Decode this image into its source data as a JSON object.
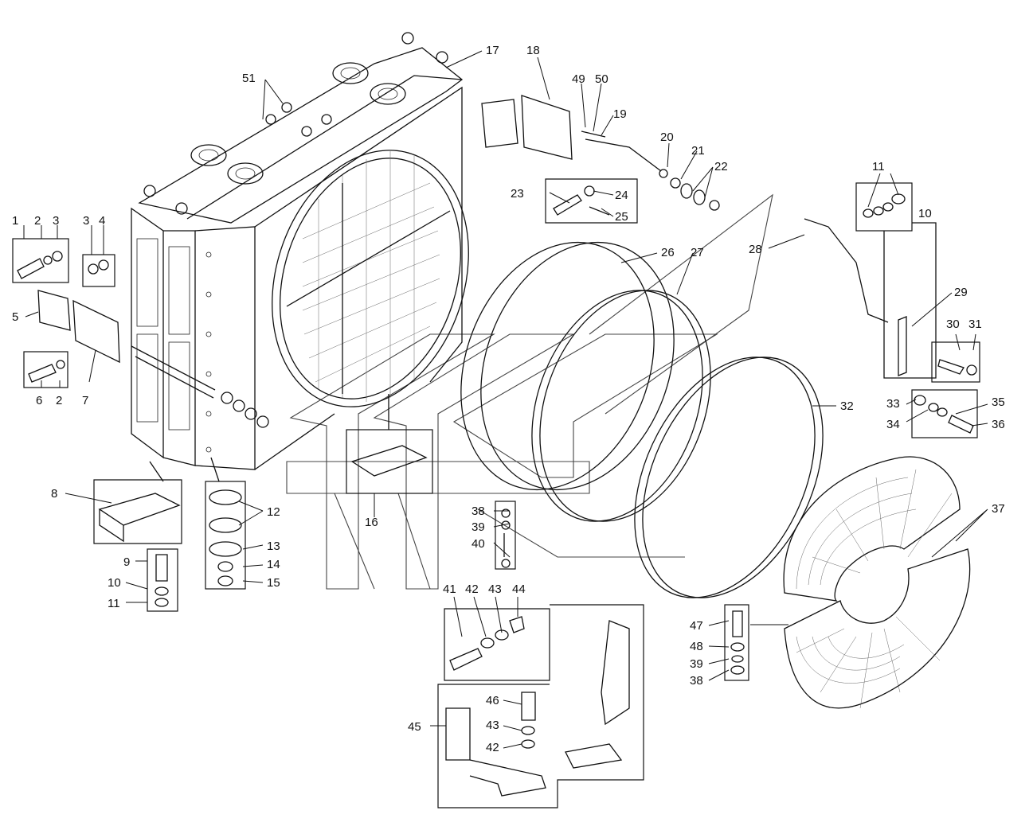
{
  "callouts": [
    {
      "id": "c1",
      "text": "1"
    },
    {
      "id": "c2a",
      "text": "2"
    },
    {
      "id": "c3a",
      "text": "3"
    },
    {
      "id": "c3b",
      "text": "3"
    },
    {
      "id": "c4",
      "text": "4"
    },
    {
      "id": "c5",
      "text": "5"
    },
    {
      "id": "c6",
      "text": "6"
    },
    {
      "id": "c2b",
      "text": "2"
    },
    {
      "id": "c7",
      "text": "7"
    },
    {
      "id": "c8",
      "text": "8"
    },
    {
      "id": "c9",
      "text": "9"
    },
    {
      "id": "c10a",
      "text": "10"
    },
    {
      "id": "c11a",
      "text": "11"
    },
    {
      "id": "c12",
      "text": "12"
    },
    {
      "id": "c13",
      "text": "13"
    },
    {
      "id": "c14",
      "text": "14"
    },
    {
      "id": "c15",
      "text": "15"
    },
    {
      "id": "c16",
      "text": "16"
    },
    {
      "id": "c17",
      "text": "17"
    },
    {
      "id": "c18",
      "text": "18"
    },
    {
      "id": "c19",
      "text": "19"
    },
    {
      "id": "c20",
      "text": "20"
    },
    {
      "id": "c21",
      "text": "21"
    },
    {
      "id": "c22",
      "text": "22"
    },
    {
      "id": "c23",
      "text": "23"
    },
    {
      "id": "c24",
      "text": "24"
    },
    {
      "id": "c25",
      "text": "25"
    },
    {
      "id": "c26",
      "text": "26"
    },
    {
      "id": "c27",
      "text": "27"
    },
    {
      "id": "c28",
      "text": "28"
    },
    {
      "id": "c29",
      "text": "29"
    },
    {
      "id": "c30",
      "text": "30"
    },
    {
      "id": "c31",
      "text": "31"
    },
    {
      "id": "c32",
      "text": "32"
    },
    {
      "id": "c33",
      "text": "33"
    },
    {
      "id": "c34",
      "text": "34"
    },
    {
      "id": "c35",
      "text": "35"
    },
    {
      "id": "c36",
      "text": "36"
    },
    {
      "id": "c37",
      "text": "37"
    },
    {
      "id": "c38a",
      "text": "38"
    },
    {
      "id": "c39a",
      "text": "39"
    },
    {
      "id": "c40",
      "text": "40"
    },
    {
      "id": "c41",
      "text": "41"
    },
    {
      "id": "c42a",
      "text": "42"
    },
    {
      "id": "c43a",
      "text": "43"
    },
    {
      "id": "c44",
      "text": "44"
    },
    {
      "id": "c45",
      "text": "45"
    },
    {
      "id": "c46",
      "text": "46"
    },
    {
      "id": "c43b",
      "text": "43"
    },
    {
      "id": "c42b",
      "text": "42"
    },
    {
      "id": "c47",
      "text": "47"
    },
    {
      "id": "c48",
      "text": "48"
    },
    {
      "id": "c39b",
      "text": "39"
    },
    {
      "id": "c38b",
      "text": "38"
    },
    {
      "id": "c11b",
      "text": "11"
    },
    {
      "id": "c10b",
      "text": "10"
    },
    {
      "id": "c49",
      "text": "49"
    },
    {
      "id": "c50",
      "text": "50"
    },
    {
      "id": "c51",
      "text": "51"
    }
  ]
}
